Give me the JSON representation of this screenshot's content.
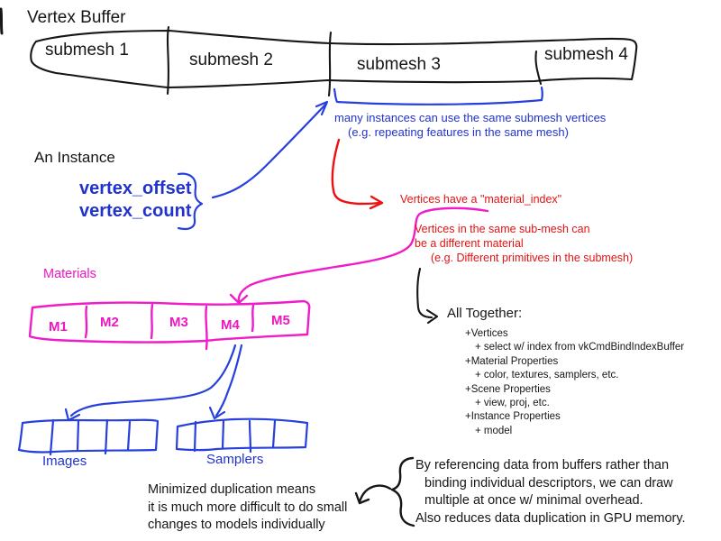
{
  "colors": {
    "ink": "#161616",
    "blue": "#2233cc",
    "red": "#e51212",
    "magenta": "#ee17c3",
    "background": "#ffffff"
  },
  "vertex_buffer": {
    "title": "Vertex Buffer",
    "segments": [
      "submesh 1",
      "submesh 2",
      "submesh 3",
      "submesh 4"
    ]
  },
  "instance_note": {
    "line1": "many instances can use the same submesh vertices",
    "line2": "(e.g. repeating features in the same mesh)"
  },
  "instance": {
    "title": "An Instance",
    "field1": "vertex_offset",
    "field2": "vertex_count"
  },
  "material_note": {
    "line1": "Vertices have a \"material_index\"",
    "line2": "Vertices in the same sub-mesh can",
    "line3": "be a different material",
    "line4": "(e.g. Different primitives in the submesh)"
  },
  "materials": {
    "title": "Materials",
    "cells": [
      "M1",
      "M2",
      "M3",
      "M4",
      "M5"
    ]
  },
  "arrays": {
    "images_label": "Images",
    "images_cell_count": 5,
    "samplers_label": "Samplers",
    "samplers_cell_count": 5
  },
  "all_together": {
    "title": "All Together:",
    "items": [
      {
        "text": "+Vertices",
        "indent": 0
      },
      {
        "text": "+ select w/ index from vkCmdBindIndexBuffer",
        "indent": 1
      },
      {
        "text": "+Material Properties",
        "indent": 0
      },
      {
        "text": "+ color, textures, samplers, etc.",
        "indent": 1
      },
      {
        "text": "+Scene Properties",
        "indent": 0
      },
      {
        "text": "+ view, proj, etc.",
        "indent": 1
      },
      {
        "text": "+Instance Properties",
        "indent": 0
      },
      {
        "text": "+ model",
        "indent": 1
      }
    ]
  },
  "minimized_note": {
    "line1": "Minimized duplication means",
    "line2": "it is much more difficult to do small",
    "line3": "changes to models individually"
  },
  "benefits_note": {
    "line1": "By referencing data from buffers rather than",
    "line2": "binding individual descriptors, we can draw",
    "line3": "multiple at once w/ minimal overhead.",
    "line4": "Also reduces data duplication in GPU memory."
  }
}
